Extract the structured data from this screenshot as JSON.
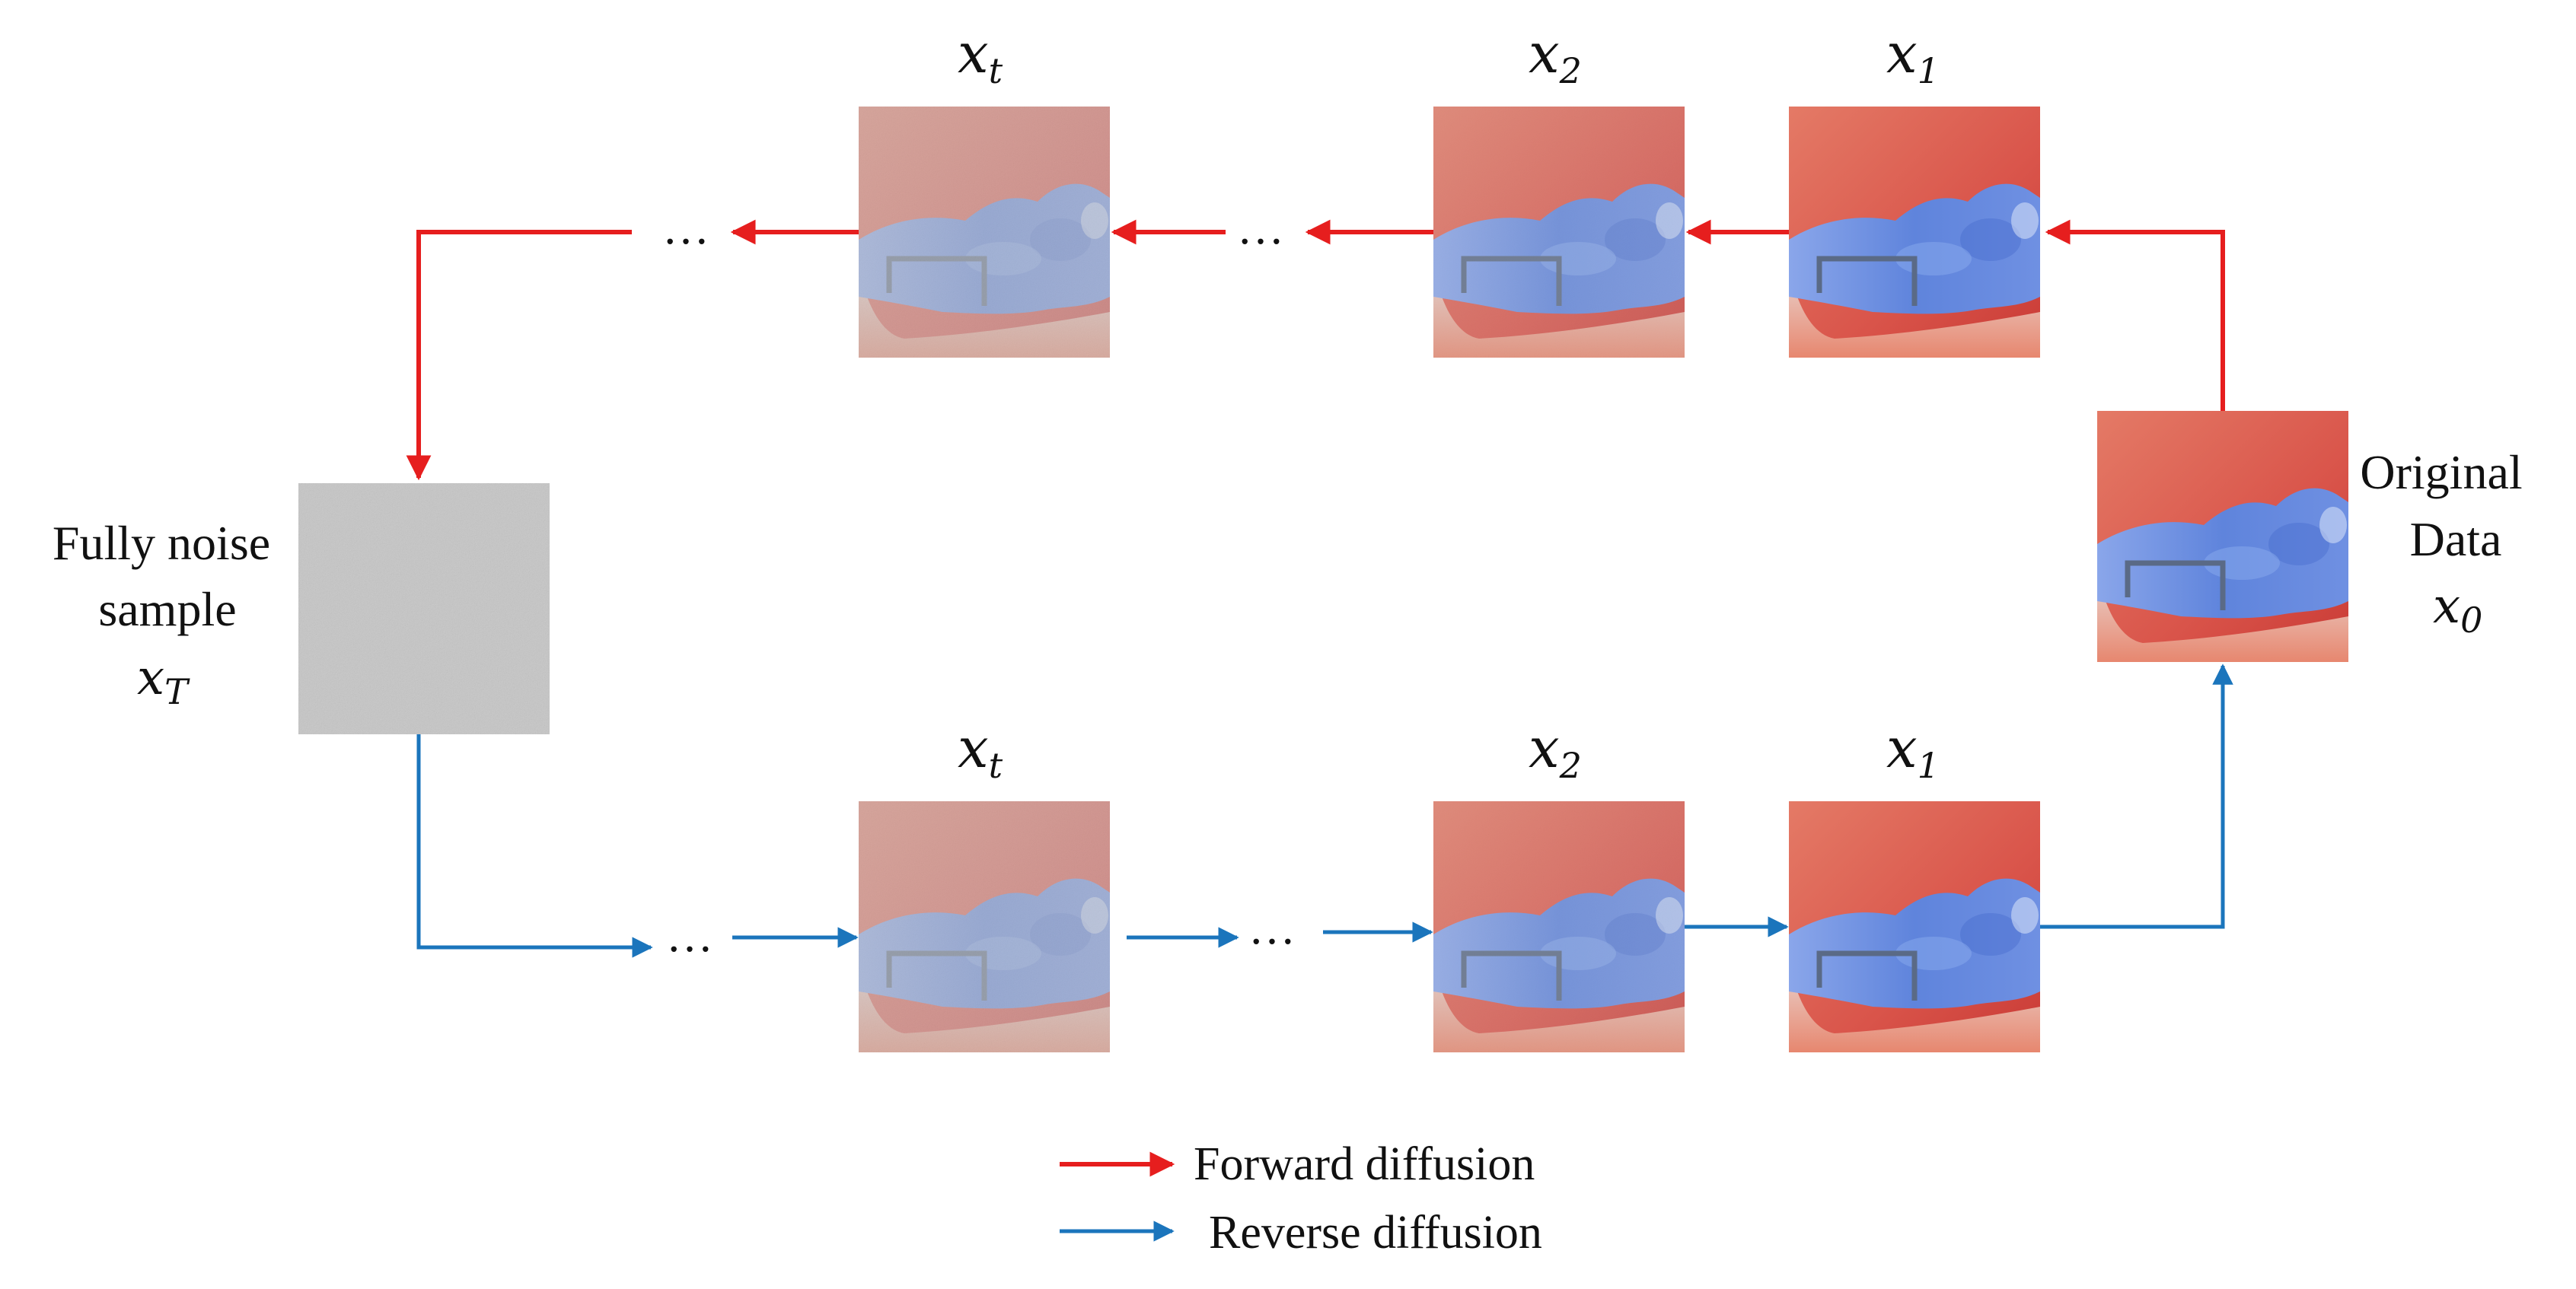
{
  "colors": {
    "forward": "#e61e1e",
    "reverse": "#1b75bc",
    "noise": "#c4c4c4",
    "field_red": "#d9584c",
    "field_blue": "#6d8ee0",
    "obstacle": "#5a6a86"
  },
  "labels": {
    "xt_top": {
      "base": "x",
      "sub": "t"
    },
    "x2_top": {
      "base": "x",
      "sub": "2"
    },
    "x1_top": {
      "base": "x",
      "sub": "1"
    },
    "xt_bottom": {
      "base": "x",
      "sub": "t"
    },
    "x2_bottom": {
      "base": "x",
      "sub": "2"
    },
    "x1_bottom": {
      "base": "x",
      "sub": "1"
    },
    "noise_line1": "Fully noise",
    "noise_line2": "sample",
    "noise_var": {
      "base": "x",
      "sub": "T"
    },
    "orig_line1": "Original",
    "orig_line2": "Data",
    "orig_var": {
      "base": "x",
      "sub": "0"
    },
    "ellipsis": "…"
  },
  "legend": {
    "forward": "Forward diffusion",
    "reverse": "Reverse diffusion"
  }
}
